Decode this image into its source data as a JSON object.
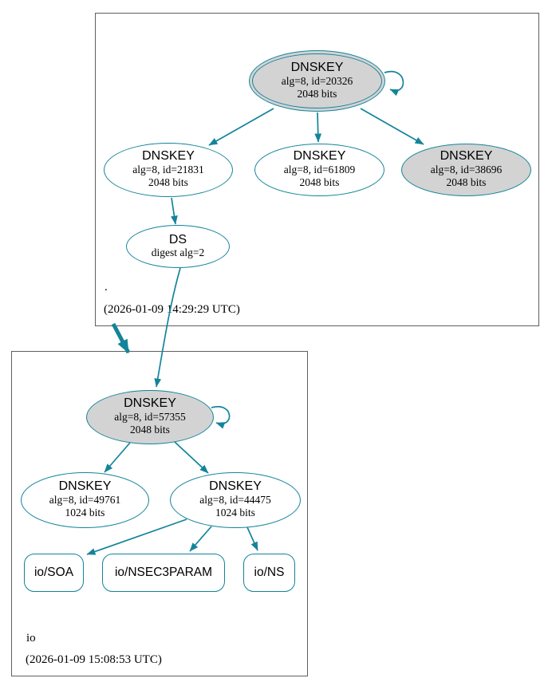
{
  "colors": {
    "edge": "#13849a",
    "ksk_fill": "#d3d3d3",
    "node_fill": "#ffffff",
    "zone_border": "#5f5f5f",
    "text": "#000000"
  },
  "zones": [
    {
      "name": ".",
      "timestamp": "(2026-01-09 14:29:29 UTC)",
      "nodes": {
        "ksk20326": {
          "title": "DNSKEY",
          "line1": "alg=8, id=20326",
          "line2": "2048 bits"
        },
        "zsk21831": {
          "title": "DNSKEY",
          "line1": "alg=8, id=21831",
          "line2": "2048 bits"
        },
        "zsk61809": {
          "title": "DNSKEY",
          "line1": "alg=8, id=61809",
          "line2": "2048 bits"
        },
        "zsk38696": {
          "title": "DNSKEY",
          "line1": "alg=8, id=38696",
          "line2": "2048 bits"
        },
        "ds": {
          "title": "DS",
          "line1": "digest alg=2"
        }
      }
    },
    {
      "name": "io",
      "timestamp": "(2026-01-09 15:08:53 UTC)",
      "nodes": {
        "ksk57355": {
          "title": "DNSKEY",
          "line1": "alg=8, id=57355",
          "line2": "2048 bits"
        },
        "zsk49761": {
          "title": "DNSKEY",
          "line1": "alg=8, id=49761",
          "line2": "1024 bits"
        },
        "zsk44475": {
          "title": "DNSKEY",
          "line1": "alg=8, id=44475",
          "line2": "1024 bits"
        },
        "soa": {
          "label": "io/SOA"
        },
        "nsec3param": {
          "label": "io/NSEC3PARAM"
        },
        "ns": {
          "label": "io/NS"
        }
      }
    }
  ],
  "edges": [
    {
      "from": "dnskey-20326",
      "to": "dnskey-20326",
      "type": "self-sign"
    },
    {
      "from": "dnskey-20326",
      "to": "dnskey-21831",
      "type": "sign"
    },
    {
      "from": "dnskey-20326",
      "to": "dnskey-61809",
      "type": "sign"
    },
    {
      "from": "dnskey-20326",
      "to": "dnskey-38696",
      "type": "sign"
    },
    {
      "from": "dnskey-21831",
      "to": "ds-io",
      "type": "sign"
    },
    {
      "from": "ds-io",
      "to": "dnskey-57355",
      "type": "authenticates"
    },
    {
      "from": "zone-root",
      "to": "zone-io",
      "type": "delegation"
    },
    {
      "from": "dnskey-57355",
      "to": "dnskey-57355",
      "type": "self-sign"
    },
    {
      "from": "dnskey-57355",
      "to": "dnskey-49761",
      "type": "sign"
    },
    {
      "from": "dnskey-57355",
      "to": "dnskey-44475",
      "type": "sign"
    },
    {
      "from": "dnskey-44475",
      "to": "rrset-io-soa",
      "type": "sign"
    },
    {
      "from": "dnskey-44475",
      "to": "rrset-io-nsec3param",
      "type": "sign"
    },
    {
      "from": "dnskey-44475",
      "to": "rrset-io-ns",
      "type": "sign"
    }
  ]
}
